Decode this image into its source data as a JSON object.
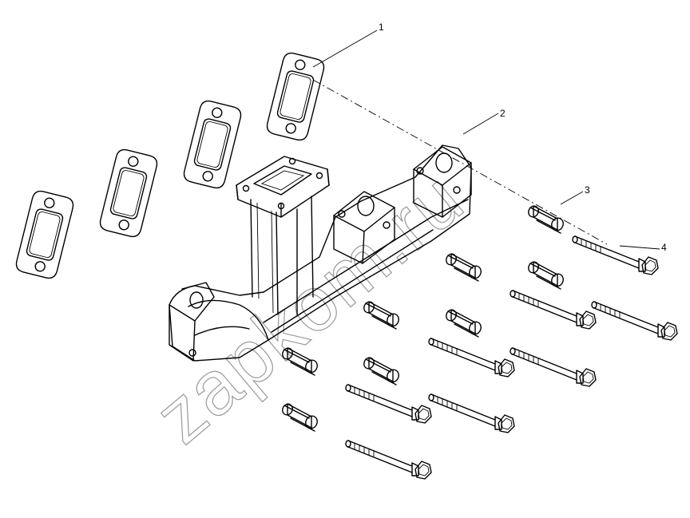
{
  "diagram": {
    "callouts": [
      {
        "id": "1",
        "label": "1"
      },
      {
        "id": "2",
        "label": "2"
      },
      {
        "id": "3",
        "label": "3"
      },
      {
        "id": "4",
        "label": "4"
      }
    ],
    "watermark": "zapkom.ru",
    "colors": {
      "line": "#000000",
      "watermark": "#9a9a9a",
      "background": "#ffffff"
    }
  }
}
